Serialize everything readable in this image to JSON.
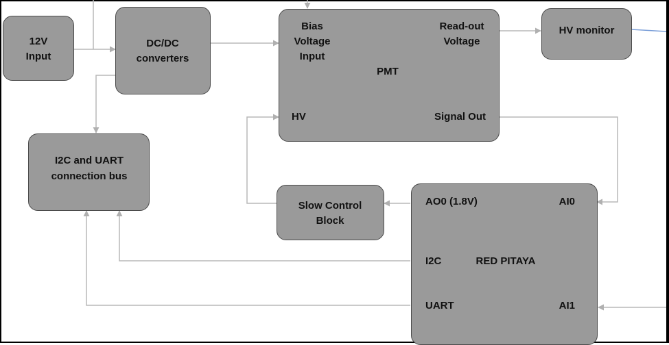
{
  "blocks": {
    "input_12v": {
      "line1": "12V",
      "line2": "Input"
    },
    "dcdc": {
      "line1": "DC/DC",
      "line2": "converters"
    },
    "pmt": {
      "bias_line1": "Bias",
      "bias_line2": "Voltage",
      "bias_line3": "Input",
      "readout_line1": "Read-out",
      "readout_line2": "Voltage",
      "title": "PMT",
      "hv": "HV",
      "signal_out": "Signal Out"
    },
    "hv_monitor": {
      "label": "HV monitor"
    },
    "i2c_bus": {
      "line1": "I2C and UART",
      "line2": "connection bus"
    },
    "slow_control": {
      "line1": "Slow Control",
      "line2": "Block"
    },
    "red_pitaya": {
      "ao0": "AO0 (1.8V)",
      "ai0": "AI0",
      "i2c": "I2C",
      "title": "RED PITAYA",
      "uart": "UART",
      "ai1": "AI1"
    }
  },
  "colors": {
    "block_fill": "#9a9a9a",
    "block_border": "#4a4a4a",
    "wire": "#b8b8b8",
    "output_wire": "#7a9ed8",
    "frame": "#000000"
  }
}
